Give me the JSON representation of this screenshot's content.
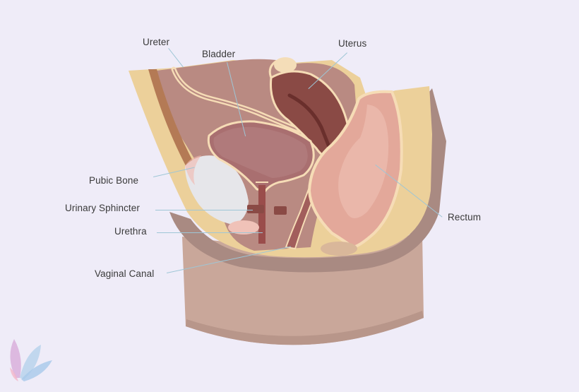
{
  "labels": {
    "ureter": "Ureter",
    "bladder": "Bladder",
    "uterus": "Uterus",
    "pubic_bone": "Pubic Bone",
    "urinary_sphincter": "Urinary Sphincter",
    "urethra": "Urethra",
    "vaginal_canal": "Vaginal Canal",
    "rectum": "Rectum"
  },
  "colors": {
    "background": "#efecf8",
    "bone": "#ecd09a",
    "skin": "#c9a79a",
    "tissue": "#b98a82",
    "organ_dark": "#8a4a45",
    "organ_mid": "#a25e5c",
    "bladder_fill": "#a96f70",
    "rectum_fill": "#e3a89a",
    "leader_line": "#9ec6d6"
  },
  "logo": {
    "name": "lotus-logo-icon"
  }
}
